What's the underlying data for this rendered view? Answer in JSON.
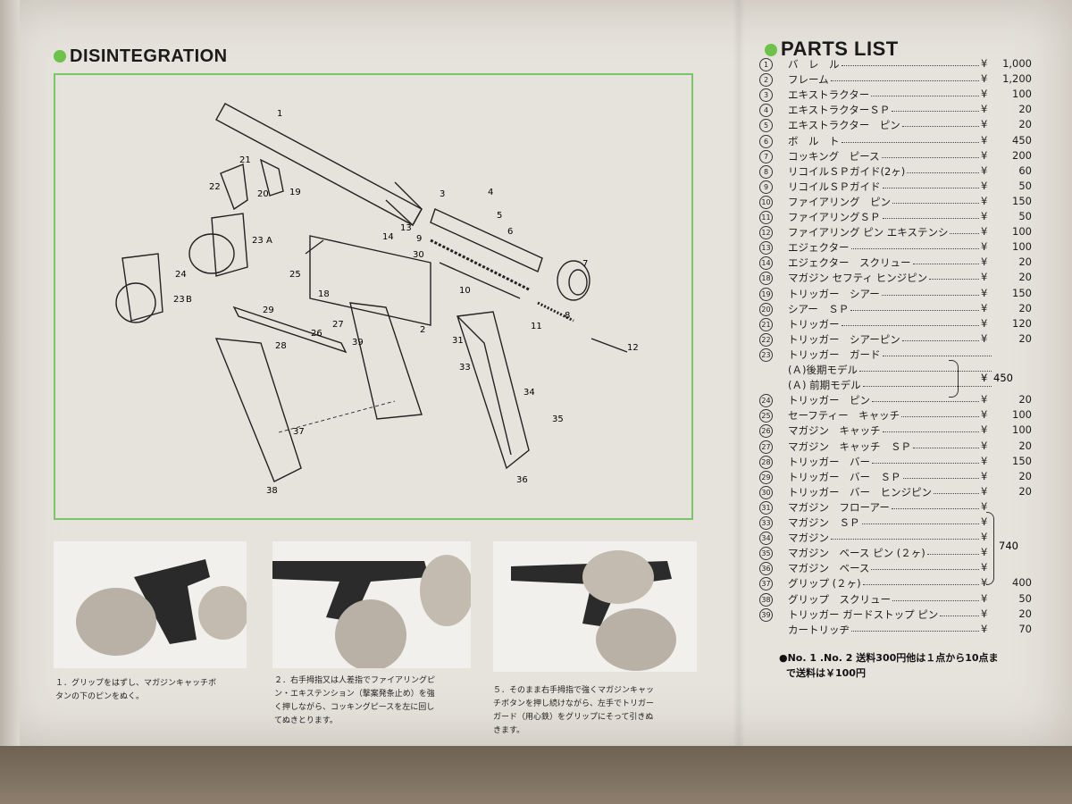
{
  "disintegration": {
    "title": "DISINTEGRATION"
  },
  "parts_list": {
    "title": "PARTS LIST",
    "items": [
      {
        "no": "1",
        "name": "バ　レ　ル",
        "yen": "¥",
        "price": "1,000"
      },
      {
        "no": "2",
        "name": "フレーム",
        "yen": "¥",
        "price": "1,200"
      },
      {
        "no": "3",
        "name": "エキストラクター",
        "yen": "¥",
        "price": "100"
      },
      {
        "no": "4",
        "name": "エキストラクターＳＰ",
        "yen": "¥",
        "price": "20"
      },
      {
        "no": "5",
        "name": "エキストラクター　ピン",
        "yen": "¥",
        "price": "20"
      },
      {
        "no": "6",
        "name": "ボ　ル　ト",
        "yen": "¥",
        "price": "450"
      },
      {
        "no": "7",
        "name": "コッキング　ピース",
        "yen": "¥",
        "price": "200"
      },
      {
        "no": "8",
        "name": "リコイルＳＰガイド(2ヶ)",
        "yen": "¥",
        "price": "60"
      },
      {
        "no": "9",
        "name": "リコイルＳＰガイド",
        "yen": "¥",
        "price": "50"
      },
      {
        "no": "10",
        "name": "ファイアリング　ピン",
        "yen": "¥",
        "price": "150"
      },
      {
        "no": "11",
        "name": "ファイアリングＳＰ",
        "yen": "¥",
        "price": "50"
      },
      {
        "no": "12",
        "name": "ファイアリング ピン エキステンシ",
        "yen": "¥",
        "price": "100"
      },
      {
        "no": "13",
        "name": "エジェクター",
        "yen": "¥",
        "price": "100"
      },
      {
        "no": "14",
        "name": "エジェクター　スクリュー",
        "yen": "¥",
        "price": "20"
      },
      {
        "no": "18",
        "name": "マガジン セフティ ヒンジピン",
        "yen": "¥",
        "price": "20"
      },
      {
        "no": "19",
        "name": "トリッガー　シアー",
        "yen": "¥",
        "price": "150"
      },
      {
        "no": "20",
        "name": "シアー　ＳＰ",
        "yen": "¥",
        "price": "20"
      },
      {
        "no": "21",
        "name": "トリッガー",
        "yen": "¥",
        "price": "120"
      },
      {
        "no": "22",
        "name": "トリッガー　シアーピン",
        "yen": "¥",
        "price": "20"
      },
      {
        "no": "23",
        "name": "トリッガー　ガード",
        "yen": "",
        "price": ""
      },
      {
        "no": "",
        "name": "(Ａ)後期モデル",
        "yen": "",
        "price": ""
      },
      {
        "no": "",
        "name": "(Ａ) 前期モデル",
        "yen": "",
        "price": ""
      },
      {
        "no": "24",
        "name": "トリッガー　ピン",
        "yen": "¥",
        "price": "20"
      },
      {
        "no": "25",
        "name": "セーフティー　キャッチ",
        "yen": "¥",
        "price": "100"
      },
      {
        "no": "26",
        "name": "マガジン　キャッチ",
        "yen": "¥",
        "price": "100"
      },
      {
        "no": "27",
        "name": "マガジン　キャッチ　ＳＰ",
        "yen": "¥",
        "price": "20"
      },
      {
        "no": "28",
        "name": "トリッガー　バー",
        "yen": "¥",
        "price": "150"
      },
      {
        "no": "29",
        "name": "トリッガー　バー　ＳＰ",
        "yen": "¥",
        "price": "20"
      },
      {
        "no": "30",
        "name": "トリッガー　バー　ヒンジピン",
        "yen": "¥",
        "price": "20"
      },
      {
        "no": "31",
        "name": "マガジン　フローアー",
        "yen": "¥",
        "price": ""
      },
      {
        "no": "33",
        "name": "マガジン　ＳＰ",
        "yen": "¥",
        "price": ""
      },
      {
        "no": "34",
        "name": "マガジン",
        "yen": "¥",
        "price": ""
      },
      {
        "no": "35",
        "name": "マガジン　ベース ピン (２ヶ)",
        "yen": "¥",
        "price": ""
      },
      {
        "no": "36",
        "name": "マガジン　ベース",
        "yen": "¥",
        "price": ""
      },
      {
        "no": "37",
        "name": "グリップ (２ヶ)",
        "yen": "¥",
        "price": "400"
      },
      {
        "no": "38",
        "name": "グリップ　スクリュー",
        "yen": "¥",
        "price": "50"
      },
      {
        "no": "39",
        "name": "トリッガー ガードストップ ピン",
        "yen": "¥",
        "price": "20"
      },
      {
        "no": "",
        "name": "カートリッヂ",
        "yen": "¥",
        "price": "70"
      }
    ],
    "group_23_price": {
      "yen": "¥",
      "price": "450"
    },
    "group_magazine_price": "740",
    "note_line1": "●No. 1 .No. 2 送料300円他は１点から10点ま",
    "note_line2": "で送料は￥100円"
  },
  "diagram_labels": [
    "1",
    "2",
    "3",
    "4",
    "5",
    "6",
    "7",
    "8",
    "9",
    "10",
    "11",
    "12",
    "13",
    "14",
    "18",
    "19",
    "20",
    "21",
    "22",
    "23",
    "A",
    "24",
    "23",
    "B",
    "25",
    "26",
    "27",
    "28",
    "29",
    "30",
    "31",
    "33",
    "34",
    "35",
    "36",
    "37",
    "38",
    "39"
  ],
  "captions": [
    {
      "line1": "１．グリップをはずし、マガジンキャッチボ",
      "line2": "タンの下のピンをぬく。"
    },
    {
      "line1": "２．右手拇指又は人差指でファイアリングピ",
      "line2": "ン・エキステンション（撃案発条止め）を強",
      "line3": "く押しながら、コッキングピースを左に回し",
      "line4": "てぬきとります。"
    },
    {
      "line1": "５．そのまま右手拇指で強くマガジンキャッ",
      "line2": "チボタンを押し続けながら、左手でトリガー",
      "line3": "ガード（用心鉄）をグリップにそって引きぬ",
      "line4": "きます。"
    }
  ],
  "colors": {
    "accent": "#6cc24a",
    "paper": "#e6e3dc",
    "ink": "#1c1c1c"
  }
}
